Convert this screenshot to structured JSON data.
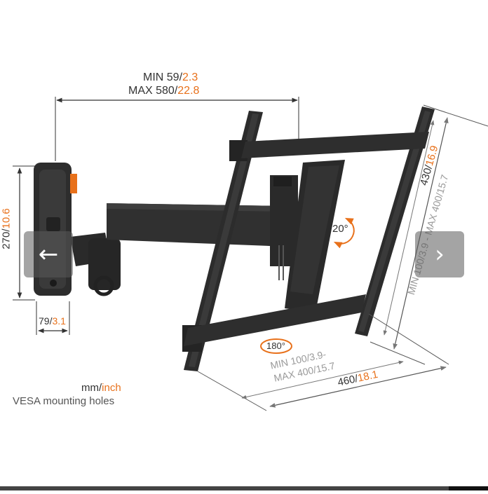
{
  "dims": {
    "width": {
      "min_mm": "MIN 59/",
      "min_in": "2.3",
      "max_mm": "MAX 580/",
      "max_in": "22.8"
    },
    "height_side": {
      "mm": "270/",
      "in": "10.6"
    },
    "depth": {
      "mm": "79/",
      "in": "3.1"
    },
    "plate_height": {
      "mm": "430/",
      "in": "16.9"
    },
    "vesa_vertical": {
      "text": "MIN 100/3.9 - MAX 400/15.7"
    },
    "vesa_horizontal": {
      "line1": "MIN 100/3.9-",
      "line2": "MAX 400/15.7"
    },
    "plate_width": {
      "mm": "460/",
      "in": "18.1"
    }
  },
  "rotation": {
    "tilt": "20°",
    "swivel": "180°"
  },
  "legend": {
    "units_mm": "mm/",
    "units_inch": "inch",
    "caption": "VESA mounting holes"
  },
  "nav": {
    "prev_icon": "arrow-left-icon",
    "next_icon": "arrow-right-icon"
  },
  "colors": {
    "accent": "#e8711b",
    "product": "#2b2b2b",
    "dim_line": "#333333"
  }
}
